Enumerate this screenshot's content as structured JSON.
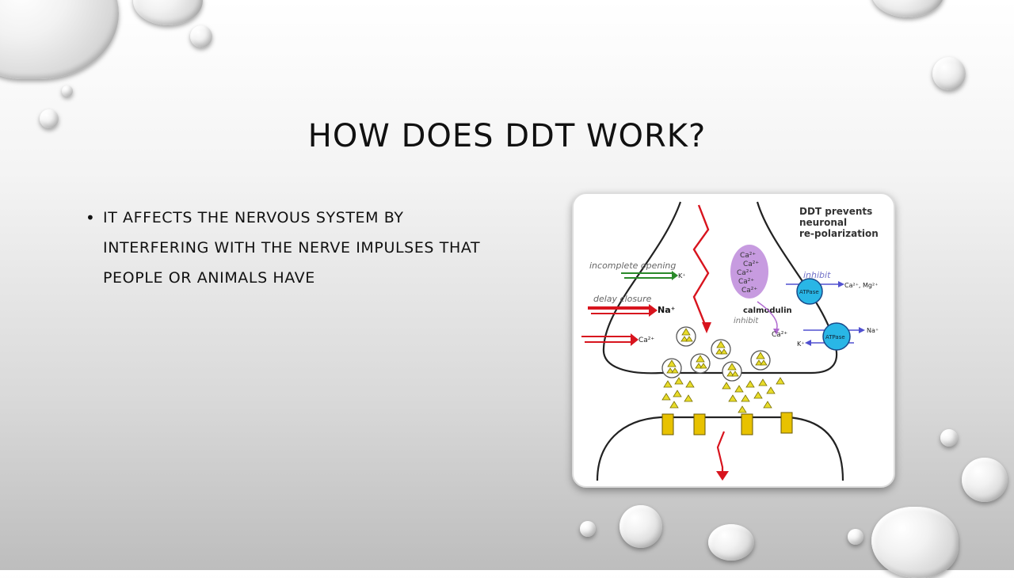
{
  "slide": {
    "title": "HOW DOES DDT WORK?",
    "bullets": [
      "IT AFFECTS THE NERVOUS SYSTEM BY INTERFERING WITH THE NERVE IMPULSES THAT PEOPLE OR ANIMALS HAVE"
    ]
  },
  "figure": {
    "caption_line1": "DDT prevents",
    "caption_line2": "neuronal",
    "caption_line3": "re-polarization",
    "incomplete_opening": "incomplete opening",
    "k_ion": "K⁺",
    "delay_closure": "delay closure",
    "na_ion": "Na⁺",
    "ca_ion_left": "Ca²⁺",
    "ca_cluster": [
      "Ca²⁺",
      "Ca²⁺",
      "Ca²⁺",
      "Ca²⁺",
      "Ca²⁺"
    ],
    "calmodulin": "calmodulin",
    "inhibit_1": "inhibit",
    "inhibit_2": "inhibit",
    "ca_released": "Ca²⁺",
    "atpase_1": "ATPase",
    "atpase_1_out": "Ca²⁺, Mg²⁺",
    "atpase_2": "ATPase",
    "atpase_2_out": "Na⁺",
    "atpase_2_in": "K⁺"
  }
}
